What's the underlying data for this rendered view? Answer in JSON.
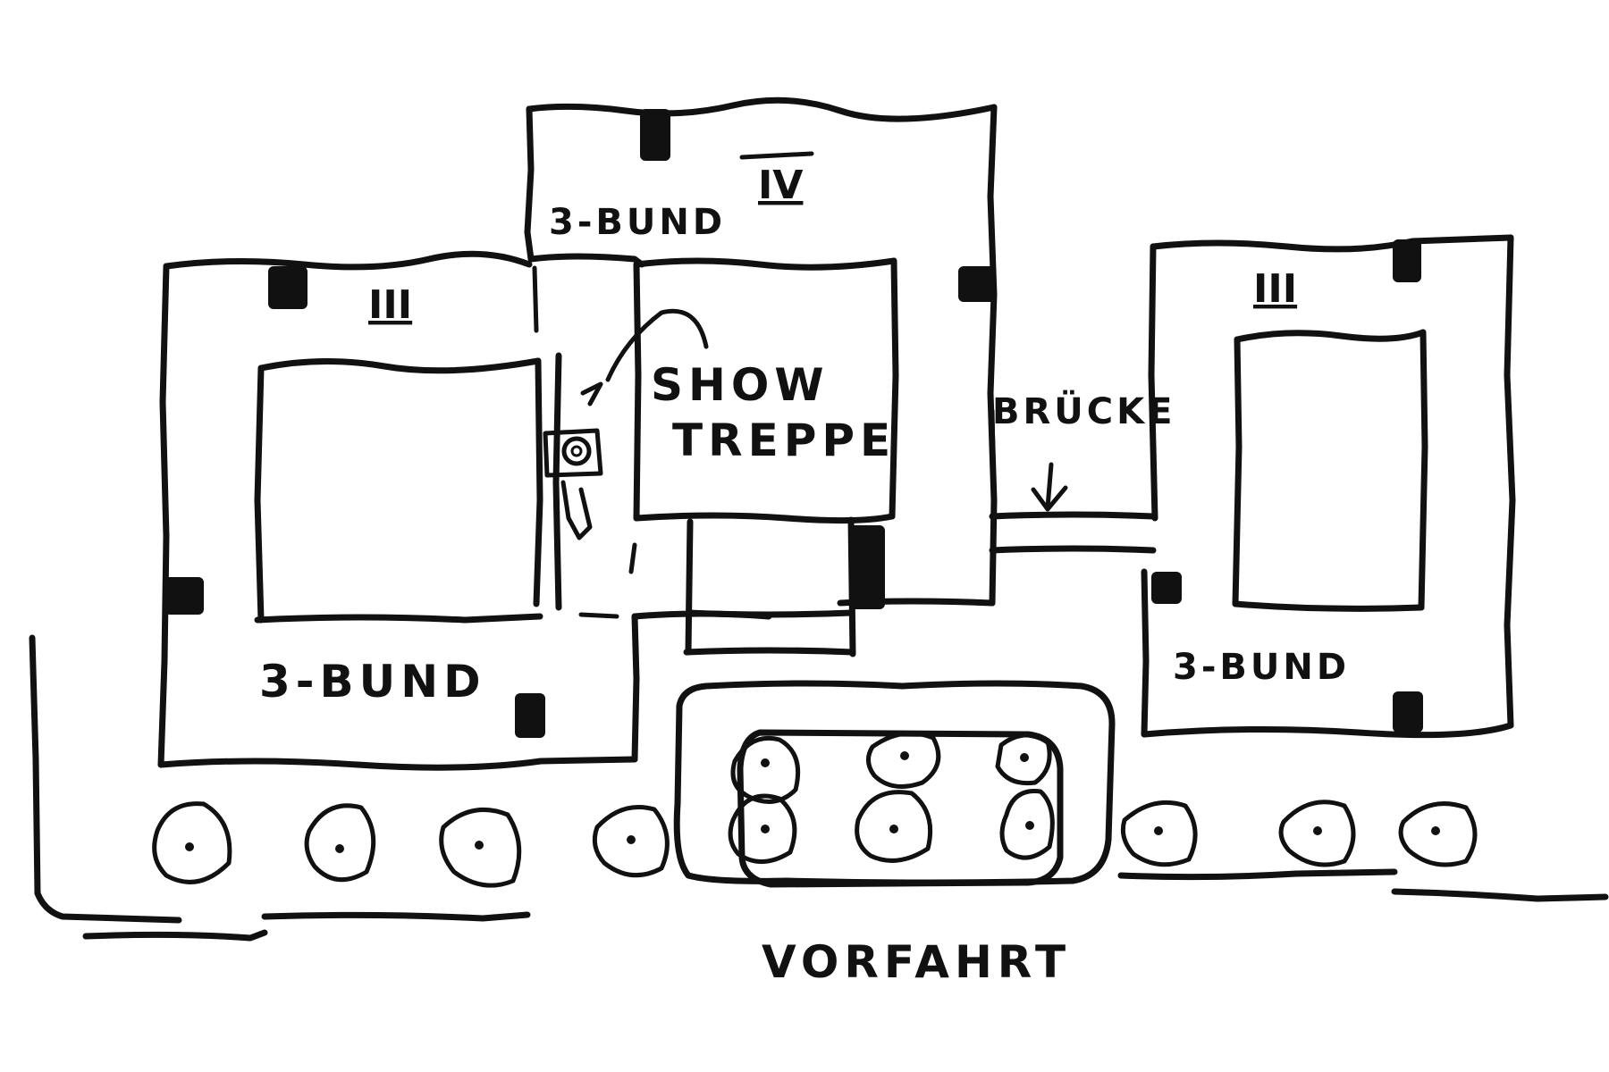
{
  "labels": {
    "block_iv_type": "3-BUND",
    "block_iv_number": "IV",
    "block_left_number": "III",
    "block_right_number": "III",
    "block_left_type": "3-BUND",
    "block_right_type": "3-BUND",
    "stair": [
      "SHOW",
      "TREPPE"
    ],
    "bridge": "BRÜCKE",
    "driveway": "VORFAHRT"
  },
  "colors": {
    "ink": "#111111",
    "paper": "#ffffff"
  }
}
